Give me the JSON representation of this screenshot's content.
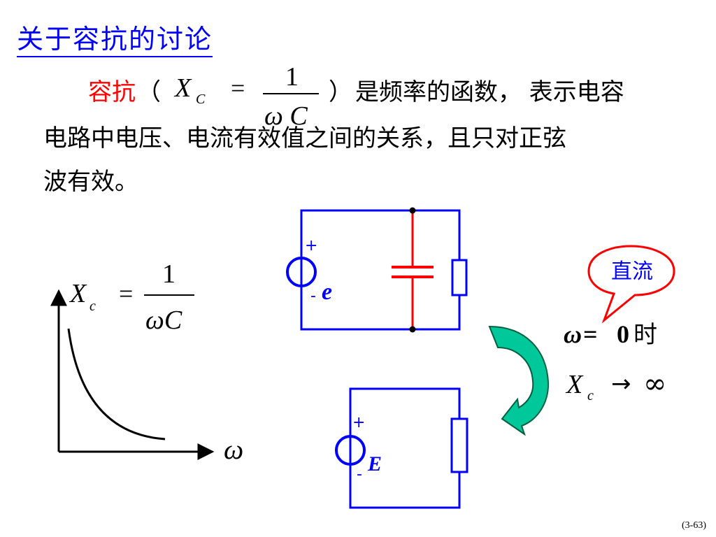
{
  "title": "关于容抗的讨论",
  "paragraph": {
    "term": "容抗",
    "paren_open": "（",
    "paren_close": "）",
    "formula": {
      "lhs": "X",
      "lhs_sub": "C",
      "eq": "=",
      "numerator": "1",
      "denominator": "ω C"
    },
    "text_line1": "是频率的函数， 表示电容",
    "text_line2": "电路中电压、电流有效值之间的关系，且只对正弦",
    "text_line3": "波有效。"
  },
  "graph": {
    "formula": {
      "lhs": "X",
      "lhs_sub": "c",
      "eq": "=",
      "numerator": "1",
      "denominator": "ωC"
    },
    "x_axis_label": "ω"
  },
  "circuit_ac": {
    "plus": "+",
    "minus": "-",
    "source_label": "e"
  },
  "circuit_dc": {
    "plus": "+",
    "minus": "-",
    "source_label": "E"
  },
  "callout": {
    "text": "直流"
  },
  "condition": {
    "omega": "ω",
    "equals": "=",
    "zero": "0",
    "when": " 时",
    "xc": "X",
    "xc_sub": "c",
    "arrow": "→",
    "infinity": "∞"
  },
  "page_number": "(3-63)",
  "colors": {
    "title": "#0000ff",
    "term": "#ff0000",
    "circuit": "#0000ff",
    "capacitor": "#ff0000",
    "arrow_fill": "#00c89a",
    "callout_border": "#ff0000"
  }
}
